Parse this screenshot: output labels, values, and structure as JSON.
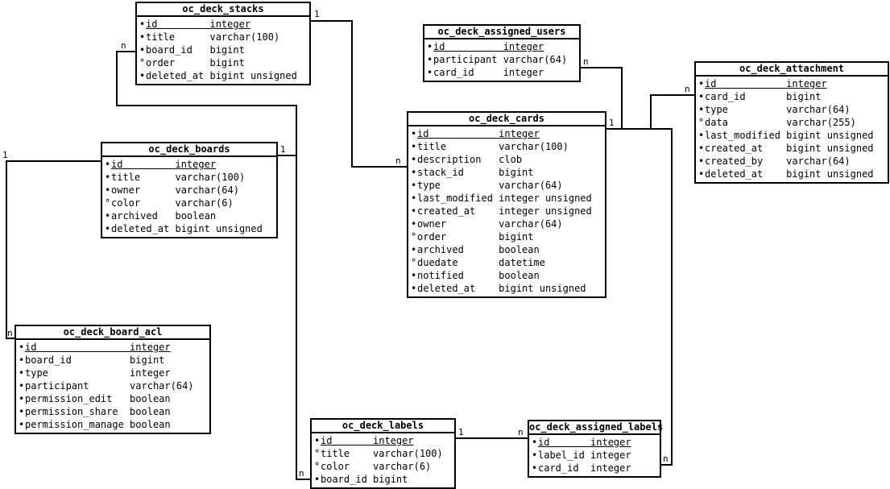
{
  "diagram": {
    "tables": [
      {
        "name": "oc_deck_stacks",
        "columns": [
          {
            "marker": "•",
            "name": "id",
            "type": "integer",
            "pk": true
          },
          {
            "marker": "•",
            "name": "title",
            "type": "varchar(100)"
          },
          {
            "marker": "•",
            "name": "board_id",
            "type": "bigint"
          },
          {
            "marker": "°",
            "name": "order",
            "type": "bigint"
          },
          {
            "marker": "•",
            "name": "deleted_at",
            "type": "bigint unsigned"
          }
        ]
      },
      {
        "name": "oc_deck_assigned_users",
        "columns": [
          {
            "marker": "•",
            "name": "id",
            "type": "integer",
            "pk": true
          },
          {
            "marker": "•",
            "name": "participant",
            "type": "varchar(64)"
          },
          {
            "marker": "•",
            "name": "card_id",
            "type": "integer"
          }
        ]
      },
      {
        "name": "oc_deck_attachment",
        "columns": [
          {
            "marker": "•",
            "name": "id",
            "type": "integer",
            "pk": true
          },
          {
            "marker": "•",
            "name": "card_id",
            "type": "bigint"
          },
          {
            "marker": "•",
            "name": "type",
            "type": "varchar(64)"
          },
          {
            "marker": "°",
            "name": "data",
            "type": "varchar(255)"
          },
          {
            "marker": "•",
            "name": "last_modified",
            "type": "bigint unsigned"
          },
          {
            "marker": "•",
            "name": "created_at",
            "type": "bigint unsigned"
          },
          {
            "marker": "•",
            "name": "created_by",
            "type": "varchar(64)"
          },
          {
            "marker": "•",
            "name": "deleted_at",
            "type": "bigint unsigned"
          }
        ]
      },
      {
        "name": "oc_deck_cards",
        "columns": [
          {
            "marker": "•",
            "name": "id",
            "type": "integer",
            "pk": true
          },
          {
            "marker": "•",
            "name": "title",
            "type": "varchar(100)"
          },
          {
            "marker": "•",
            "name": "description",
            "type": "clob"
          },
          {
            "marker": "•",
            "name": "stack_id",
            "type": "bigint"
          },
          {
            "marker": "•",
            "name": "type",
            "type": "varchar(64)"
          },
          {
            "marker": "•",
            "name": "last_modified",
            "type": "integer unsigned"
          },
          {
            "marker": "•",
            "name": "created_at",
            "type": "integer unsigned"
          },
          {
            "marker": "•",
            "name": "owner",
            "type": "varchar(64)"
          },
          {
            "marker": "°",
            "name": "order",
            "type": "bigint"
          },
          {
            "marker": "•",
            "name": "archived",
            "type": "boolean"
          },
          {
            "marker": "°",
            "name": "duedate",
            "type": "datetime"
          },
          {
            "marker": "•",
            "name": "notified",
            "type": "boolean"
          },
          {
            "marker": "•",
            "name": "deleted_at",
            "type": "bigint unsigned"
          }
        ]
      },
      {
        "name": "oc_deck_boards",
        "columns": [
          {
            "marker": "•",
            "name": "id",
            "type": "integer",
            "pk": true
          },
          {
            "marker": "•",
            "name": "title",
            "type": "varchar(100)"
          },
          {
            "marker": "•",
            "name": "owner",
            "type": "varchar(64)"
          },
          {
            "marker": "°",
            "name": "color",
            "type": "varchar(6)"
          },
          {
            "marker": "•",
            "name": "archived",
            "type": "boolean"
          },
          {
            "marker": "•",
            "name": "deleted_at",
            "type": "bigint unsigned"
          }
        ]
      },
      {
        "name": "oc_deck_board_acl",
        "columns": [
          {
            "marker": "•",
            "name": "id",
            "type": "integer",
            "pk": true
          },
          {
            "marker": "•",
            "name": "board_id",
            "type": "bigint"
          },
          {
            "marker": "•",
            "name": "type",
            "type": "integer"
          },
          {
            "marker": "•",
            "name": "participant",
            "type": "varchar(64)"
          },
          {
            "marker": "•",
            "name": "permission_edit",
            "type": "boolean"
          },
          {
            "marker": "•",
            "name": "permission_share",
            "type": "boolean"
          },
          {
            "marker": "•",
            "name": "permission_manage",
            "type": "boolean"
          }
        ]
      },
      {
        "name": "oc_deck_labels",
        "columns": [
          {
            "marker": "•",
            "name": "id",
            "type": "integer",
            "pk": true
          },
          {
            "marker": "°",
            "name": "title",
            "type": "varchar(100)"
          },
          {
            "marker": "°",
            "name": "color",
            "type": "varchar(6)"
          },
          {
            "marker": "•",
            "name": "board_id",
            "type": "bigint"
          }
        ]
      },
      {
        "name": "oc_deck_assigned_labels",
        "columns": [
          {
            "marker": "•",
            "name": "id",
            "type": "integer",
            "pk": true
          },
          {
            "marker": "•",
            "name": "label_id",
            "type": "integer"
          },
          {
            "marker": "•",
            "name": "card_id",
            "type": "integer"
          }
        ]
      }
    ],
    "edges": [
      {
        "from": "oc_deck_boards",
        "to": "oc_deck_board_acl",
        "from_label": "1",
        "to_label": "n"
      },
      {
        "from": "oc_deck_boards",
        "to": "oc_deck_stacks",
        "from_label": "1",
        "to_label": "n"
      },
      {
        "from": "oc_deck_boards",
        "to": "oc_deck_labels",
        "from_label": "",
        "to_label": "n"
      },
      {
        "from": "oc_deck_stacks",
        "to": "oc_deck_cards",
        "from_label": "1",
        "to_label": "n"
      },
      {
        "from": "oc_deck_cards",
        "to": "oc_deck_assigned_users",
        "from_label": "1",
        "to_label": "n"
      },
      {
        "from": "oc_deck_cards",
        "to": "oc_deck_attachment",
        "from_label": "",
        "to_label": "n"
      },
      {
        "from": "oc_deck_cards",
        "to": "oc_deck_assigned_labels",
        "from_label": "",
        "to_label": "n"
      },
      {
        "from": "oc_deck_labels",
        "to": "oc_deck_assigned_labels",
        "from_label": "1",
        "to_label": "n"
      }
    ]
  }
}
